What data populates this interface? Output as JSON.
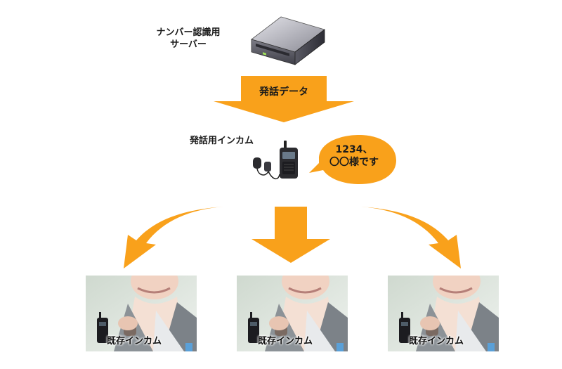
{
  "server": {
    "label_line1": "ナンバー認識用",
    "label_line2": "サーバー",
    "icon": "server-icon"
  },
  "speech_arrow": {
    "label": "発話データ",
    "color": "#F9A11B"
  },
  "transmitter": {
    "label": "発話用インカム",
    "icon": "walkie-talkie-icon"
  },
  "bubble": {
    "line1": "1234、",
    "line2": "〇〇様です",
    "color": "#F9A11B"
  },
  "receivers": [
    {
      "label": "既存インカム"
    },
    {
      "label": "既存インカム"
    },
    {
      "label": "既存インカム"
    }
  ]
}
